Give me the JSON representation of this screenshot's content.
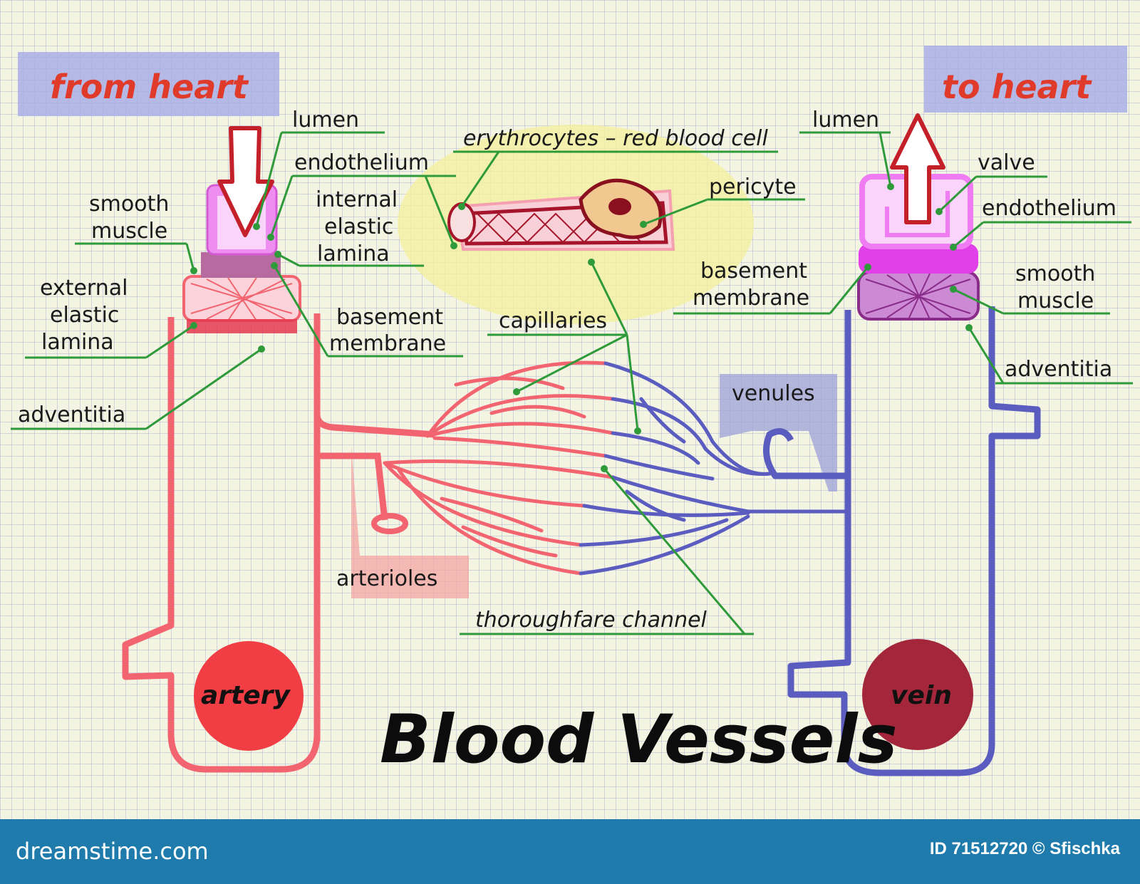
{
  "diagram": {
    "title": "Blood Vessels",
    "from_heart": "from heart",
    "to_heart": "to heart",
    "artery": "artery",
    "vein": "vein",
    "arterioles": "arterioles",
    "venules": "venules",
    "capillaries": "capillaries",
    "thoroughfare_channel": "thoroughfare channel",
    "erythrocytes": "erythrocytes – red blood cell",
    "pericyte": "pericyte",
    "artery_labels": {
      "lumen": "lumen",
      "endothelium": "endothelium",
      "internal_elastic_lamina": [
        "internal",
        "elastic",
        "lamina"
      ],
      "smooth_muscle": [
        "smooth",
        "muscle"
      ],
      "external_elastic_lamina": [
        "external",
        "elastic",
        "lamina"
      ],
      "basement_membrane": [
        "basement",
        "membrane"
      ],
      "adventitia": "adventitia"
    },
    "vein_labels": {
      "lumen": "lumen",
      "valve": "valve",
      "endothelium": "endothelium",
      "basement_membrane": [
        "basement",
        "membrane"
      ],
      "smooth_muscle": [
        "smooth",
        "muscle"
      ],
      "adventitia": "adventitia"
    },
    "colors": {
      "artery": "#f26570",
      "vein": "#5a5cbf",
      "artery_circle": "#f03e44",
      "vein_circle": "#a3263a",
      "leader_lines": "#2e9a3a",
      "heading_text": "#e03a2a",
      "heading_box": "#a9aee6",
      "capillary_highlight": "#f2f0a0"
    }
  },
  "footer": {
    "brand": "dreamstime.com",
    "id_text": "ID 71512720 © Sfischka"
  }
}
